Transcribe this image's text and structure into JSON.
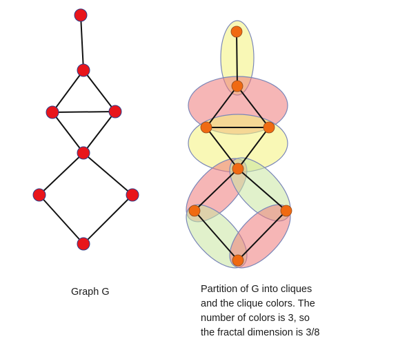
{
  "figure": {
    "left_caption": "Graph G",
    "right_caption_lines": [
      "Partition of G into cliques",
      "and the clique colors. The",
      "number of colors is 3, so",
      "the fractal dimension is 3/8"
    ]
  },
  "graph_g": {
    "node_color": "#e8151b",
    "edge_color": "#111111",
    "nodes": [
      "n1",
      "n2",
      "n3",
      "n4",
      "n5",
      "n6",
      "n7",
      "n8"
    ],
    "edges": [
      [
        "n1",
        "n2"
      ],
      [
        "n2",
        "n3"
      ],
      [
        "n2",
        "n4"
      ],
      [
        "n3",
        "n4"
      ],
      [
        "n3",
        "n5"
      ],
      [
        "n4",
        "n5"
      ],
      [
        "n5",
        "n6"
      ],
      [
        "n5",
        "n7"
      ],
      [
        "n6",
        "n8"
      ],
      [
        "n7",
        "n8"
      ]
    ]
  },
  "partition": {
    "node_color": "#f06a12",
    "clique_colors": {
      "yellow": "#f4f27a",
      "red": "#ee7a7a",
      "green": "#c8e6a0"
    },
    "cliques": [
      {
        "name": "clique-top",
        "color": "yellow"
      },
      {
        "name": "clique-upper-triangle",
        "color": "red"
      },
      {
        "name": "clique-lower-triangle",
        "color": "yellow"
      },
      {
        "name": "clique-left-upper",
        "color": "red"
      },
      {
        "name": "clique-right-upper",
        "color": "green"
      },
      {
        "name": "clique-left-lower",
        "color": "green"
      },
      {
        "name": "clique-right-lower",
        "color": "red"
      }
    ]
  }
}
